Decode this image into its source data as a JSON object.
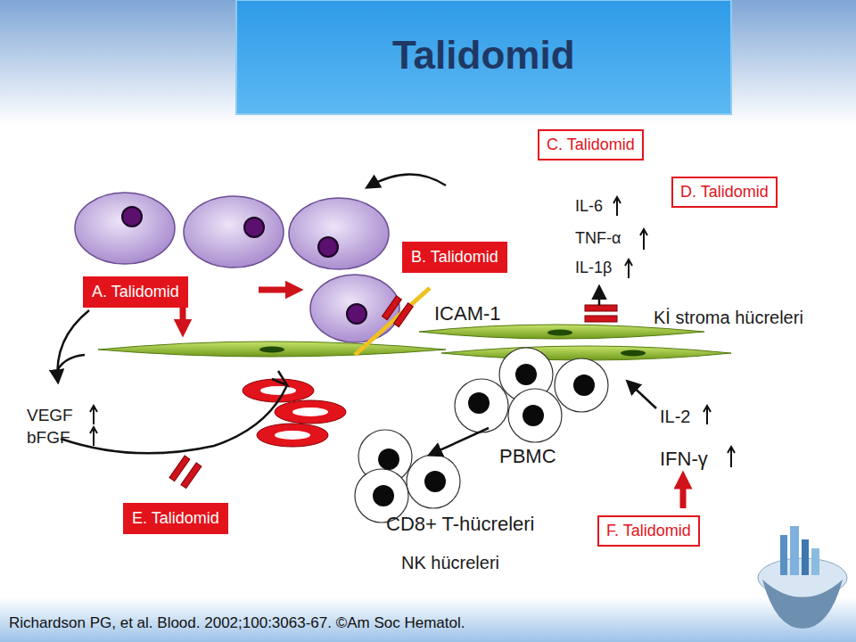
{
  "diagram": {
    "title": "Talidomid",
    "caption": "Richardson PG, et al. Blood. 2002;100:3063-67. ©Am Soc Hematol.",
    "nodes": [
      {
        "text": [
          "C. Talidomid"
        ]
      },
      {
        "text": [
          "D. Talidomid"
        ]
      },
      {
        "text": [
          "B. Talidomid"
        ]
      },
      {
        "text": [
          "A. Talidomid"
        ]
      },
      {
        "text": [
          "E. Talidomid"
        ]
      },
      {
        "text": [
          "F. Talidomid"
        ]
      }
    ],
    "labels": [
      "IL-6",
      "TNF-α",
      "IL-1β",
      "ICAM-1",
      "Kİ stroma hücreleri",
      "VEGF",
      "bFGF",
      "PBMC",
      "IL-2",
      "IFN-γ",
      "CD8+ T-hücreleri",
      "NK hücreleri"
    ]
  }
}
